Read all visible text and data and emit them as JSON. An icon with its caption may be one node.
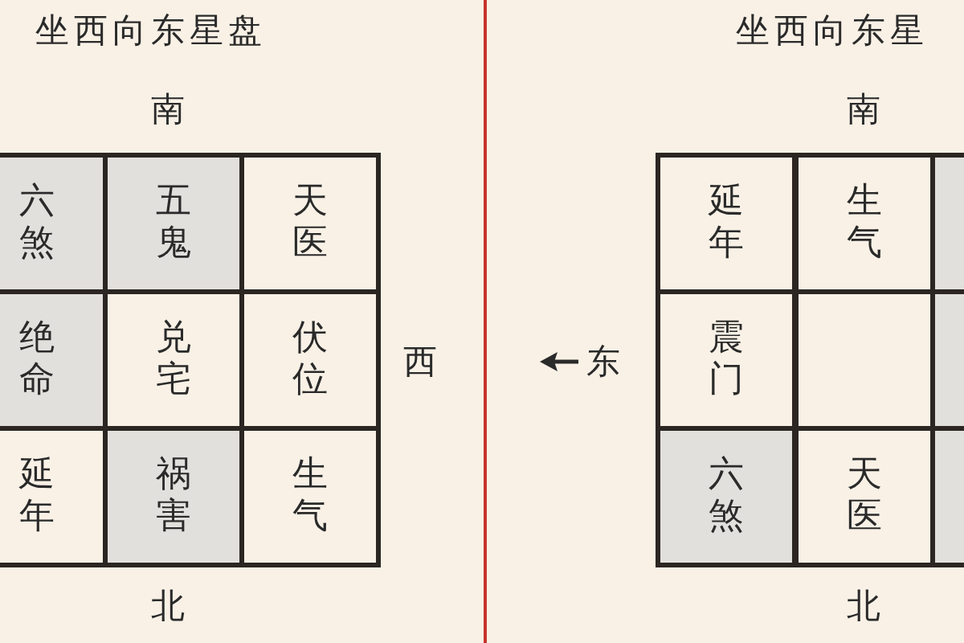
{
  "diagram": {
    "labels": [
      "坐西向东星盘",
      "南",
      "六煞",
      "五鬼",
      "天医",
      "绝命",
      "兑宅",
      "伏位",
      "西",
      "延年",
      "祸害",
      "生气",
      "北",
      "坐西向东星",
      "南",
      "东",
      "延年",
      "生气",
      "震门",
      "六煞",
      "天医",
      "北"
    ]
  }
}
